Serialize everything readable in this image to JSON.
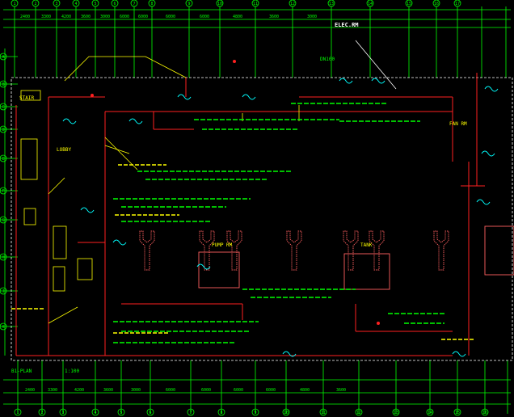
{
  "window": {
    "title": "",
    "background": "#000000"
  },
  "colors": {
    "grid": "#00ff00",
    "wall": "#ff2020",
    "column": "#ff6060",
    "text": "#ffff00",
    "dim": "#00ff00",
    "hatch": "#ffffff",
    "pipe": "#00ffff",
    "pink": "#ff80ff"
  },
  "labels": {
    "top_note_1": "ELEC.RM",
    "top_note_2": "DN100",
    "room_left_1": "STAIR",
    "room_left_2": "LOBBY",
    "room_mid_1": "PUMP RM",
    "room_mid_2": "TANK",
    "room_right_1": "FAN RM",
    "bottom_note_1": "B1-PLAN",
    "bottom_note_2": "1:100"
  },
  "grid_top": [
    "1",
    "2",
    "3",
    "4",
    "5",
    "6",
    "7",
    "8",
    "9",
    "10",
    "11",
    "12",
    "13",
    "14",
    "15",
    "16",
    "17"
  ],
  "grid_bottom": [
    "1",
    "2",
    "3",
    "4",
    "5",
    "6",
    "7",
    "8",
    "9",
    "10",
    "11",
    "12",
    "13",
    "14",
    "15",
    "16"
  ],
  "grid_left": [
    "A",
    "B",
    "C",
    "D",
    "E",
    "F",
    "G",
    "H",
    "J",
    "K"
  ],
  "dims_top": [
    "2400",
    "3300",
    "4200",
    "3600",
    "3000",
    "6000",
    "6000",
    "6000",
    "6000",
    "4800",
    "3600",
    "3000"
  ],
  "dims_bottom": [
    "2400",
    "3300",
    "4200",
    "3600",
    "3000",
    "6000",
    "6000",
    "6000",
    "6000",
    "4800",
    "3600"
  ]
}
